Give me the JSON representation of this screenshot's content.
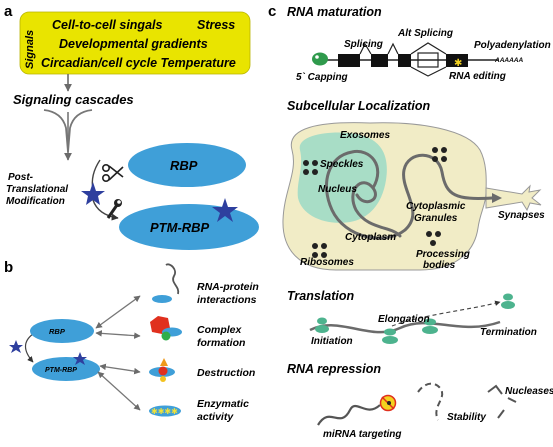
{
  "panel_a": {
    "label": "a",
    "signals_tag": "Signals",
    "signal_line1_left": "Cell-to-cell singals",
    "signal_line1_right": "Stress",
    "signal_line2": "Developmental gradients",
    "signal_line3": "Circadian/cell cycle Temperature",
    "cascades": "Signaling cascades",
    "ptm_line1": "Post-",
    "ptm_line2": "Translational",
    "ptm_line3": "Modification",
    "rbp": "RBP",
    "ptm_rbp": "PTM-RBP"
  },
  "panel_b": {
    "label": "b",
    "rbp": "RBP",
    "ptm_rbp": "PTM-RBP",
    "outcome1_line1": "RNA-protein",
    "outcome1_line2": "interactions",
    "outcome2_line1": "Complex",
    "outcome2_line2": "formation",
    "outcome3": "Destruction",
    "outcome4_line1": "Enzymatic",
    "outcome4_line2": "activity"
  },
  "panel_c": {
    "label": "c",
    "maturation_title": "RNA maturation",
    "splicing": "Splicing",
    "alt_splicing": "Alt Splicing",
    "polyadenylation": "Polyadenylation",
    "polya_seq": "AAAAAA",
    "capping": "5` Capping",
    "rna_editing": "RNA editing",
    "localization_title": "Subcellular Localization",
    "exosomes": "Exosomes",
    "speckles": "Speckles",
    "nucleus": "Nucleus",
    "cytoplasmic_line1": "Cytoplasmic",
    "cytoplasmic_line2": "Granules",
    "synapses": "Synapses",
    "cytoplasm": "Cytoplasm",
    "ribosomes": "Ribosomes",
    "processing_line1": "Processing",
    "processing_line2": "bodies",
    "translation_title": "Translation",
    "elongation": "Elongation",
    "initiation": "Initiation",
    "termination": "Termination",
    "repression_title": "RNA repression",
    "nucleases": "Nucleases",
    "stability": "Stability",
    "mirna": "miRNA targeting"
  },
  "colors": {
    "signal_box": "#e9e400",
    "rbp_blue": "#3f9fd8",
    "star_blue": "#2e3f9e",
    "cell_fill": "#f1ecc6",
    "nucleus_fill": "#a8ddc6",
    "ribosome_green": "#4db38e",
    "rna_gray": "#6b6b6b"
  }
}
